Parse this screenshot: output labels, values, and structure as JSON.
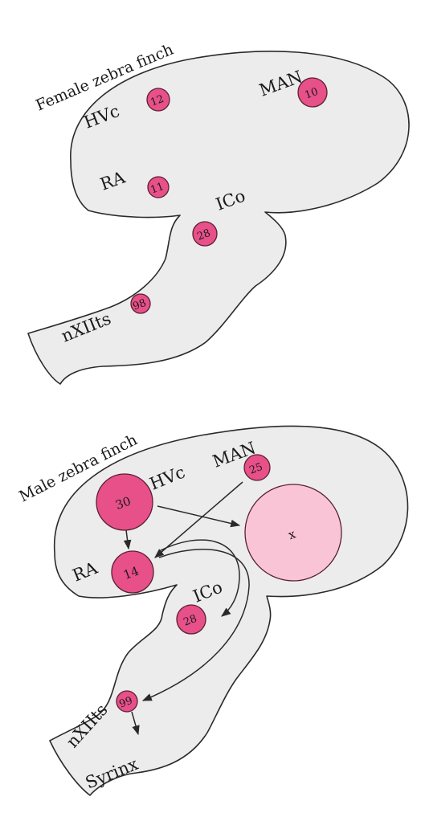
{
  "female": {
    "title": "Female zebra finch",
    "labels": {
      "hvc": "HVc",
      "man": "MAN",
      "ra": "RA",
      "ico": "ICo",
      "nxiits": "nXIIts"
    },
    "nuclei": {
      "hvc": "12",
      "man": "10",
      "ra": "11",
      "ico": "28",
      "nxiits": "98"
    }
  },
  "male": {
    "title": "Male zebra finch",
    "labels": {
      "hvc": "HVc",
      "man": "MAN",
      "ra": "RA",
      "ico": "ICo",
      "nxiits": "nXIIts",
      "syrinx": "Syrinx"
    },
    "nuclei": {
      "hvc": "30",
      "man": "25",
      "ra": "14",
      "x": "x",
      "ico": "28",
      "nxiits": "99"
    }
  },
  "colors": {
    "nucleus": "#e8508a",
    "area_x": "#f9c4d6",
    "brain_fill": "#ececec"
  }
}
